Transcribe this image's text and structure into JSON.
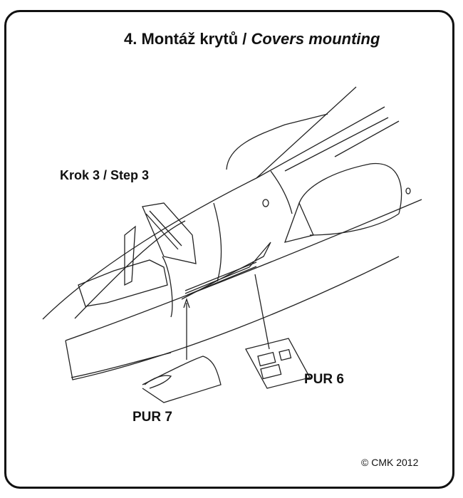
{
  "title": {
    "number_czech": "4. Montáž krytů / ",
    "english": "Covers mounting"
  },
  "step_label": "Krok 3 / Step 3",
  "parts": {
    "pur6": "PUR 6",
    "pur7": "PUR 7"
  },
  "copyright": "© CMK 2012"
}
